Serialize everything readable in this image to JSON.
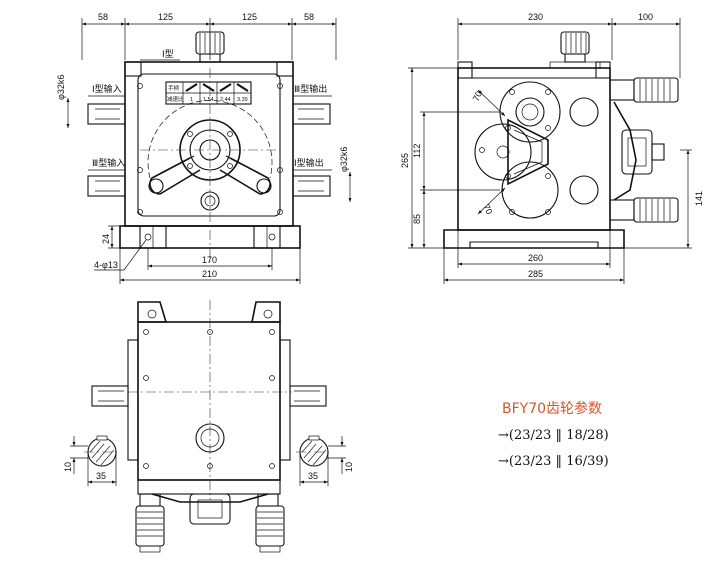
{
  "front_view": {
    "dims_top": [
      "58",
      "125",
      "125",
      "58"
    ],
    "dims_bottom": [
      "170",
      "210"
    ],
    "dim_left_height": "24",
    "dim_shaft_left": "φ32k6",
    "dim_shaft_right": "φ32k6",
    "hole_note": "4-φ13",
    "type_label": "Ⅰ型",
    "label_input_1": "Ⅰ型输入",
    "label_input_3": "Ⅲ型输入",
    "label_output_3": "Ⅲ型输出",
    "label_output_1": "Ⅰ型输出",
    "nameplate": {
      "row1_header": "手柄",
      "row2_header": "减速比",
      "ratios": [
        "1",
        "1.54",
        "2.44",
        "3.39"
      ]
    }
  },
  "side_view": {
    "dims_top": [
      "230",
      "100"
    ],
    "dims_left": [
      "265",
      "112",
      "85"
    ],
    "dim_70_upper": "70",
    "dim_70_lower": "70",
    "dim_right": "141",
    "dims_bottom": [
      "260",
      "285"
    ]
  },
  "bottom_view": {
    "key_width_left": "10",
    "key_dim_left": "35",
    "key_width_right": "10",
    "key_dim_right": "35"
  },
  "gear_params": {
    "title": "BFY70齿轮参数",
    "lines": [
      "→(23/23 ‖ 18/28)",
      "→(23/23 ‖ 16/39)"
    ]
  }
}
